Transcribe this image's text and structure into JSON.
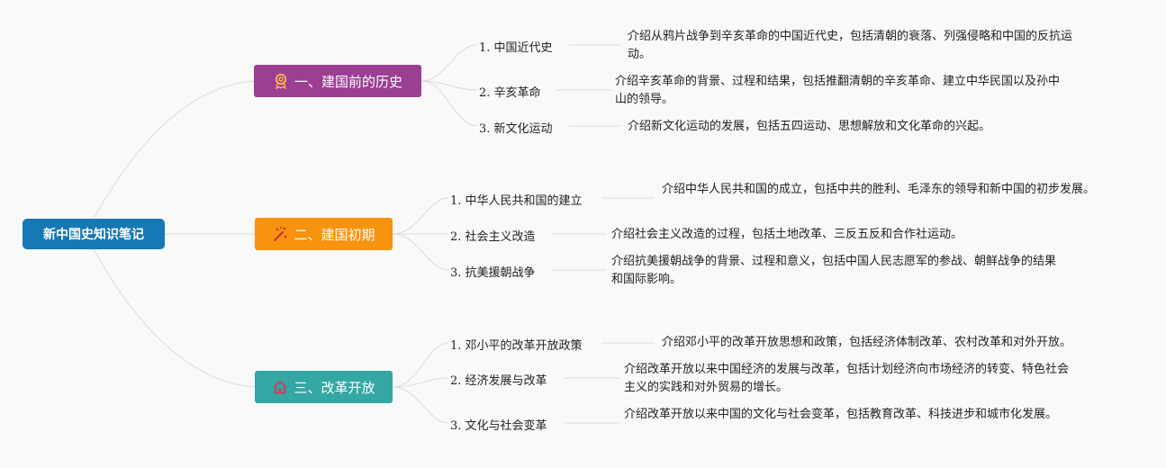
{
  "root": {
    "label": "新中国史知识笔记"
  },
  "colors": {
    "root": "#1678b4",
    "branch1": "#9c3f93",
    "branch2": "#f7930f",
    "branch3": "#34a7a4",
    "links": "#dadada"
  },
  "branches": [
    {
      "label": "一、建国前的历史",
      "icon": "award-ribbon-icon",
      "topics": [
        {
          "title": "1. 中国近代史",
          "desc": "介绍从鸦片战争到辛亥革命的中国近代史，包括清朝的衰落、列强侵略和中国的反抗运动。"
        },
        {
          "title": "2. 辛亥革命",
          "desc": "介绍辛亥革命的背景、过程和结果，包括推翻清朝的辛亥革命、建立中华民国以及孙中山的领导。"
        },
        {
          "title": "3. 新文化运动",
          "desc": "介绍新文化运动的发展，包括五四运动、思想解放和文化革命的兴起。"
        }
      ]
    },
    {
      "label": "二、建国初期",
      "icon": "magic-wand-icon",
      "topics": [
        {
          "title": "1. 中华人民共和国的建立",
          "desc": "介绍中华人民共和国的成立，包括中共的胜利、毛泽东的领导和新中国的初步发展。"
        },
        {
          "title": "2. 社会主义改造",
          "desc": "介绍社会主义改造的过程，包括土地改革、三反五反和合作社运动。"
        },
        {
          "title": "3. 抗美援朝战争",
          "desc": "介绍抗美援朝战争的背景、过程和意义，包括中国人民志愿军的参战、朝鲜战争的结果和国际影响。"
        }
      ]
    },
    {
      "label": "三、改革开放",
      "icon": "house-icon",
      "topics": [
        {
          "title": "1. 邓小平的改革开放政策",
          "desc": "介绍邓小平的改革开放思想和政策，包括经济体制改革、农村改革和对外开放。"
        },
        {
          "title": "2. 经济发展与改革",
          "desc": "介绍改革开放以来中国经济的发展与改革，包括计划经济向市场经济的转变、特色社会主义的实践和对外贸易的增长。"
        },
        {
          "title": "3. 文化与社会变革",
          "desc": "介绍改革开放以来中国的文化与社会变革，包括教育改革、科技进步和城市化发展。"
        }
      ]
    }
  ]
}
